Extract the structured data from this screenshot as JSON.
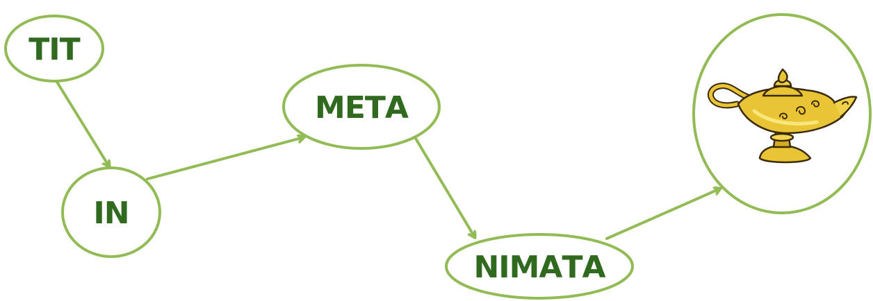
{
  "diagram": {
    "nodes": [
      {
        "id": "n1",
        "label": "ΤΙΤ"
      },
      {
        "id": "n2",
        "label": "ΙΝ"
      },
      {
        "id": "n3",
        "label": "ΜΕΤΑ"
      },
      {
        "id": "n4",
        "label": "ΝΙΜΑΤΑ"
      },
      {
        "id": "n5",
        "label": "",
        "icon": "magic-lamp-icon"
      }
    ],
    "edges": [
      {
        "from": "n1",
        "to": "n2"
      },
      {
        "from": "n2",
        "to": "n3"
      },
      {
        "from": "n3",
        "to": "n4"
      },
      {
        "from": "n4",
        "to": "n5"
      }
    ]
  },
  "colors": {
    "outline": "#93bb55",
    "text": "#2f6a1e",
    "lamp_gold": "#e9c535",
    "lamp_light": "#f8e77c",
    "lamp_dark": "#b8901a"
  }
}
